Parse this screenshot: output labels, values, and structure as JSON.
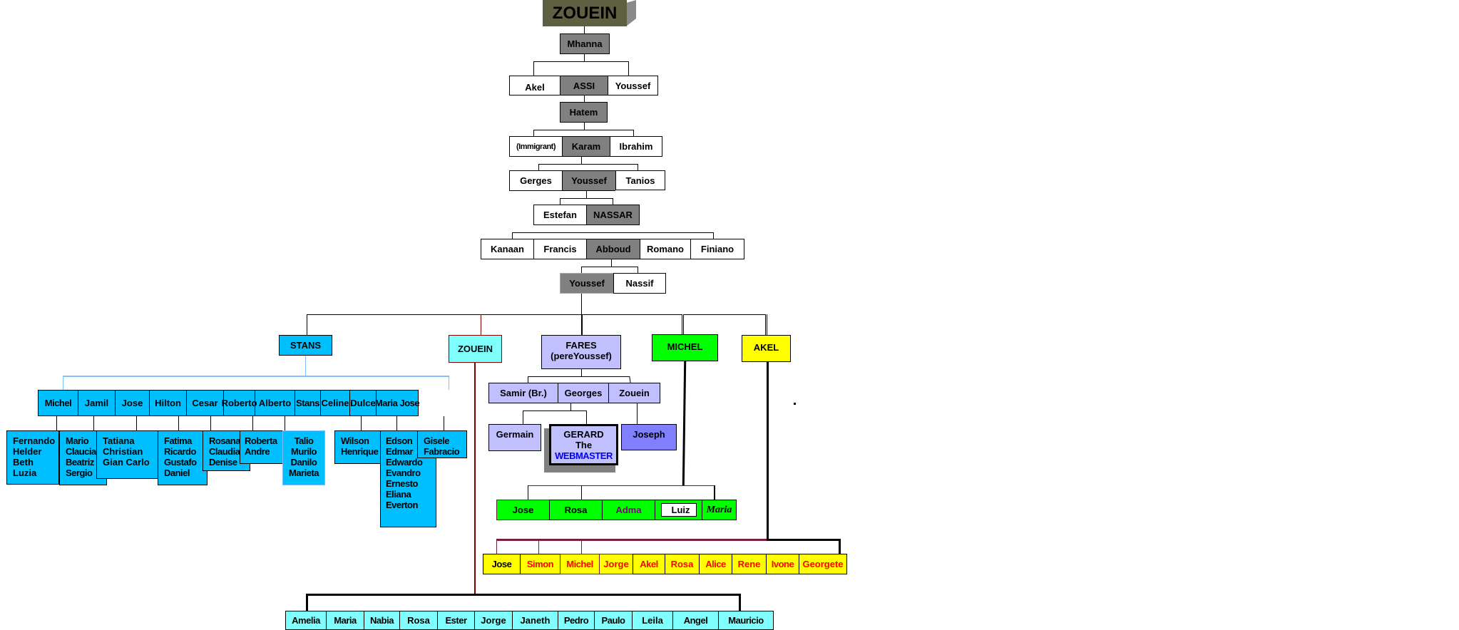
{
  "title": "ZOUEIN",
  "colors": {
    "title_bg": "#5f5f42",
    "ancestor": "#808080",
    "stans": "#00bfff",
    "zouein": "#80ffff",
    "fares": "#c0c0ff",
    "joseph": "#8080ff",
    "michel": "#00ff00",
    "akel": "#ffff00",
    "webmaster": "#0000ff",
    "red_text": "#ff0000",
    "adma_text": "#800080"
  },
  "ancestors": {
    "g1": "Mhanna",
    "g2": [
      "Akel",
      "ASSI",
      "Youssef"
    ],
    "g3": "Hatem",
    "g4": [
      "(Immigrant)",
      "Karam",
      "Ibrahim"
    ],
    "g5": [
      "Gerges",
      "Youssef",
      "Tanios"
    ],
    "g6": [
      "Estefan",
      "NASSAR"
    ],
    "g7": [
      "Kanaan",
      "Francis",
      "Abboud",
      "Romano",
      "Finiano"
    ],
    "g8": [
      "Youssef",
      "Nassif"
    ]
  },
  "branches": {
    "stans": {
      "label": "STANS",
      "children": [
        "Michel",
        "Jamil",
        "Jose",
        "Hilton",
        "Cesar",
        "Roberto",
        "Alberto",
        "Stans",
        "Celine",
        "Dulce",
        "Maria Jose"
      ],
      "grandchildren": [
        [
          "Fernando",
          "Helder",
          "Beth",
          "Luzia"
        ],
        [
          "Mario",
          "Claucia",
          "Beatriz",
          "Sergio"
        ],
        [
          "Tatiana",
          "Christian",
          "Gian Carlo"
        ],
        [
          "Fatima",
          "Ricardo",
          "Gustafo",
          "Daniel"
        ],
        [
          "Rosana",
          "Claudia",
          "Denise"
        ],
        [
          "Roberta",
          "Andre"
        ],
        [
          "Talio",
          "Murilo",
          "Danilo",
          "Marieta"
        ],
        [
          "Wilson",
          "Henrique"
        ],
        [
          "Edson",
          "Edmar",
          "Edwardo",
          "Evandro",
          "Ernesto",
          "Eliana",
          "Everton"
        ],
        [
          "Gisele",
          "Fabracio"
        ]
      ]
    },
    "zouein": {
      "label": "ZOUEIN",
      "children": [
        "Amelia",
        "Maria",
        "Nabia",
        "Rosa",
        "Ester",
        "Jorge",
        "Janeth",
        "Pedro",
        "Paulo",
        "Leila",
        "Angel",
        "Mauricio"
      ]
    },
    "fares": {
      "label": "FARES",
      "sublabel": "(pereYoussef)",
      "children": [
        "Samir (Br.)",
        "Georges",
        "Zouein"
      ],
      "grandchildren": {
        "germain": "Germain",
        "gerard": [
          "GERARD",
          "The",
          "WEBMASTER"
        ],
        "joseph": "Joseph"
      }
    },
    "michel": {
      "label": "MICHEL",
      "children": [
        "Jose",
        "Rosa",
        "Adma",
        "Luiz",
        "Maria"
      ]
    },
    "akel": {
      "label": "AKEL",
      "children": [
        "Jose",
        "Simon",
        "Michel",
        "Jorge",
        "Akel",
        "Rosa",
        "Alice",
        "Rene",
        "Ivone",
        "Georgete"
      ]
    }
  }
}
